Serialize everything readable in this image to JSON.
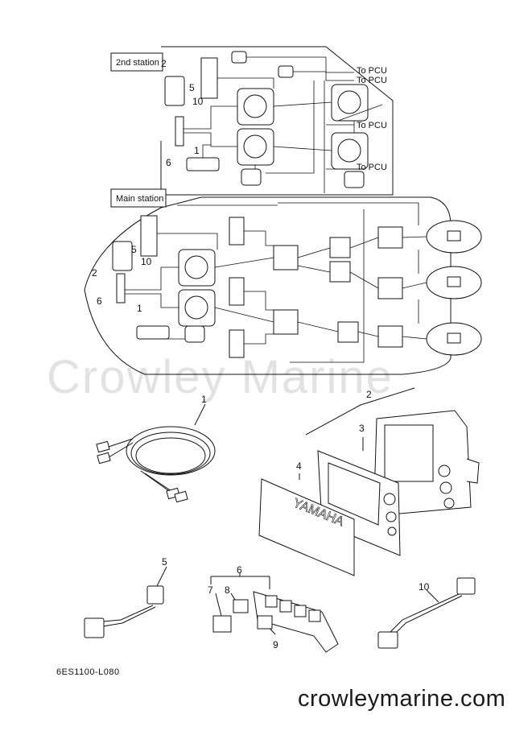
{
  "labels": {
    "second_station": "2nd station",
    "main_station": "Main station",
    "to_pcu": "To PCU"
  },
  "upper_callouts": [
    "2",
    "5",
    "10",
    "1",
    "6"
  ],
  "main_callouts": [
    "5",
    "2",
    "10",
    "6",
    "1"
  ],
  "part_callouts": [
    "1",
    "2",
    "3",
    "4",
    "5",
    "6",
    "7",
    "8",
    "9",
    "10"
  ],
  "brand_mark": "YAMAHA",
  "watermark": "Crowley Marine",
  "diagram_code": "6ES1100-L080",
  "site": "crowleymarine.com"
}
